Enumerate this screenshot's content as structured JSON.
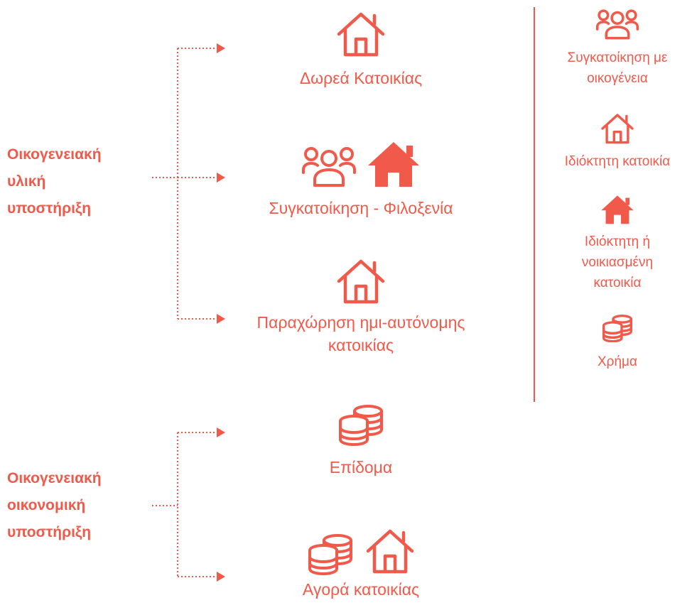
{
  "colors": {
    "accent": "#f15a4a"
  },
  "groups": [
    {
      "label": "Οικογενειακή\nυλική\nυποστήριξη",
      "nodes": [
        {
          "label": "Δωρεά Κατοικίας",
          "icons": [
            "house-outline-icon"
          ]
        },
        {
          "label": "Συγκατοίκηση - Φιλοξενία",
          "icons": [
            "people-group-icon",
            "house-solid-icon"
          ]
        },
        {
          "label": "Παραχώρηση ημι-αυτόνομης\nκατοικίας",
          "icons": [
            "house-outline-icon"
          ]
        }
      ]
    },
    {
      "label": "Οικογενειακή\nοικονομική\nυποστήριξη",
      "nodes": [
        {
          "label": "Επίδομα",
          "icons": [
            "coins-stack-icon"
          ]
        },
        {
          "label": "Αγορά κατοικίας",
          "icons": [
            "coins-stack-icon",
            "house-outline-icon"
          ]
        }
      ]
    }
  ],
  "legend": [
    {
      "label": "Συγκατοίκηση με\nοικογένεια",
      "icon": "people-group-icon"
    },
    {
      "label": "Ιδιόκτητη κατοικία",
      "icon": "house-outline-icon"
    },
    {
      "label": "Ιδιόκτητη ή\nνοικιασμένη\nκατοικία",
      "icon": "house-solid-icon"
    },
    {
      "label": "Χρήμα",
      "icon": "coins-stack-icon"
    }
  ]
}
